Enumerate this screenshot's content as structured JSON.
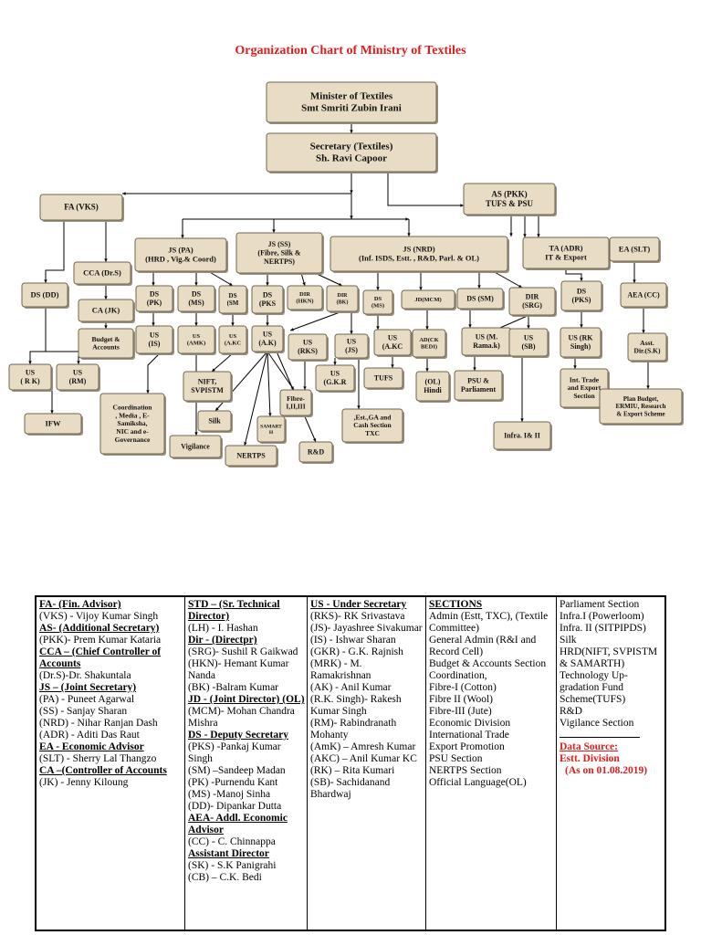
{
  "title": "Organization Chart of Ministry of Textiles",
  "nodes": [
    {
      "id": "minister",
      "lines": [
        "Minister of Textiles",
        "Smt Smriti Zubin Irani"
      ]
    },
    {
      "id": "secretary",
      "lines": [
        "Secretary (Textiles)",
        "Sh. Ravi Capoor"
      ]
    },
    {
      "id": "as-pkk",
      "lines": [
        "AS (PKK)",
        "TUFS & PSU"
      ]
    },
    {
      "id": "fa-vks",
      "lines": [
        "FA (VKS)"
      ]
    },
    {
      "id": "js-pa",
      "lines": [
        "JS (PA)",
        "(HRD , Vig.& Coord)"
      ]
    },
    {
      "id": "js-ss",
      "lines": [
        "JS (SS)",
        "(Fibre, Silk &",
        "NERTPS)"
      ]
    },
    {
      "id": "js-nrd",
      "lines": [
        "JS (NRD)",
        "(Inf. ISDS, Estt. , R&D, Parl. & OL)"
      ]
    },
    {
      "id": "ta-adr",
      "lines": [
        "TA (ADR)",
        "IT & Export"
      ]
    },
    {
      "id": "ea-slt",
      "lines": [
        "EA (SLT)"
      ]
    },
    {
      "id": "cca-drs",
      "lines": [
        "CCA (Dr.S)"
      ]
    },
    {
      "id": "ds-dd",
      "lines": [
        "DS (DD)"
      ]
    },
    {
      "id": "ca-jk",
      "lines": [
        "CA (JK)"
      ]
    },
    {
      "id": "budget",
      "lines": [
        "Budget &",
        "Accounts"
      ]
    },
    {
      "id": "us-rk",
      "lines": [
        "US",
        "( R K)"
      ]
    },
    {
      "id": "us-rm",
      "lines": [
        "US",
        "(RM)"
      ]
    },
    {
      "id": "ifw",
      "lines": [
        "IFW"
      ]
    },
    {
      "id": "ds-pk",
      "lines": [
        "DS",
        "(PK)"
      ]
    },
    {
      "id": "ds-ms",
      "lines": [
        "DS",
        "(MS)"
      ]
    },
    {
      "id": "ds-sm-small",
      "lines": [
        "DS",
        "(SM"
      ]
    },
    {
      "id": "ds-pks-js",
      "lines": [
        "DS",
        "(PKS"
      ]
    },
    {
      "id": "dir-hkn",
      "lines": [
        "DIR",
        "(HKN)"
      ]
    },
    {
      "id": "dir-bk",
      "lines": [
        "DIR",
        "(BK)"
      ]
    },
    {
      "id": "ds-ms2",
      "lines": [
        "DS",
        "(MS)"
      ]
    },
    {
      "id": "jd-mcm",
      "lines": [
        "JD(MCM)"
      ]
    },
    {
      "id": "ds-sm",
      "lines": [
        "DS (SM)"
      ]
    },
    {
      "id": "dir-srg",
      "lines": [
        "DIR",
        "(SRG)"
      ]
    },
    {
      "id": "ds-pks",
      "lines": [
        "DS",
        "(PKS)"
      ]
    },
    {
      "id": "aea-cc",
      "lines": [
        "AEA (CC)"
      ]
    },
    {
      "id": "us-is",
      "lines": [
        "US",
        "(IS)"
      ]
    },
    {
      "id": "us-amk",
      "lines": [
        "US",
        "(AMK)"
      ]
    },
    {
      "id": "us-akc",
      "lines": [
        "US",
        "(A.KC"
      ]
    },
    {
      "id": "us-ak",
      "lines": [
        "US",
        "(A.K)"
      ]
    },
    {
      "id": "us-rks",
      "lines": [
        "US",
        "(RKS)"
      ]
    },
    {
      "id": "us-js",
      "lines": [
        "US",
        "(JS)"
      ]
    },
    {
      "id": "us-akc2",
      "lines": [
        "US",
        "(A.KC"
      ]
    },
    {
      "id": "ad-ckbedi",
      "lines": [
        "AD(CK",
        "BEDI)"
      ]
    },
    {
      "id": "us-mrama",
      "lines": [
        "US (M.",
        "Rama.k)"
      ]
    },
    {
      "id": "us-sb",
      "lines": [
        "US",
        "(SB)"
      ]
    },
    {
      "id": "us-rksingh",
      "lines": [
        "US (RK",
        "Singh)"
      ]
    },
    {
      "id": "asst-dir",
      "lines": [
        "Asst.",
        "Dir.(S.K)"
      ]
    },
    {
      "id": "us-gkr",
      "lines": [
        "US",
        "(G.K.R"
      ]
    },
    {
      "id": "coord",
      "lines": [
        "Coordination",
        ", Media , E-",
        "Samiksha,",
        "NIC and e-",
        "Governance"
      ]
    },
    {
      "id": "nift",
      "lines": [
        "NIFT,",
        "SVPISTM"
      ]
    },
    {
      "id": "silk",
      "lines": [
        "Silk"
      ]
    },
    {
      "id": "vigilance",
      "lines": [
        "Vigilance"
      ]
    },
    {
      "id": "nertps",
      "lines": [
        "NERTPS"
      ]
    },
    {
      "id": "samarth",
      "lines": [
        "SAMART",
        "H"
      ]
    },
    {
      "id": "fibre",
      "lines": [
        "Fibre-",
        "I,II,III"
      ]
    },
    {
      "id": "rnd",
      "lines": [
        "R&D"
      ]
    },
    {
      "id": "estt",
      "lines": [
        ",Est.,GA and",
        "Cash Section",
        "TXC"
      ]
    },
    {
      "id": "tufs",
      "lines": [
        "TUFS"
      ]
    },
    {
      "id": "ol-hindi",
      "lines": [
        "(OL)",
        "Hindi"
      ]
    },
    {
      "id": "psu",
      "lines": [
        "PSU &",
        "Parliament"
      ]
    },
    {
      "id": "infra",
      "lines": [
        "Infra. I& II"
      ]
    },
    {
      "id": "int-trade",
      "lines": [
        "Int. Trade",
        "and Export",
        "Section"
      ]
    },
    {
      "id": "plan",
      "lines": [
        "Plan         Budget,",
        "ERMIU,    Research",
        "& Export Scheme"
      ]
    }
  ],
  "legend": {
    "col1": [
      {
        "t": "FA- (Fin. Advisor)",
        "h": true
      },
      {
        "t": "(VKS)  - Vijoy Kumar Singh"
      },
      {
        "t": "AS- (Additional Secretary)",
        "h": true
      },
      {
        "t": "(PKK)- Prem Kumar Kataria"
      },
      {
        "t": "CCA – (Chief Controller of Accounts",
        "h": true
      },
      {
        "t": "(Dr.S)-Dr. Shakuntala"
      },
      {
        "t": "JS – (Joint Secretary)",
        "h": true
      },
      {
        "t": " (PA)      -   Puneet Agarwal"
      },
      {
        "t": " (SS)      -   Sanjay Sharan"
      },
      {
        "t": "(NRD)    -   Nihar Ranjan Dash"
      },
      {
        "t": "(ADR)   -   Aditi Das Raut"
      },
      {
        "t": "EA - Economic Advisor",
        "h": true
      },
      {
        "t": "(SLT) - Sherry Lal Thangzo"
      },
      {
        "t": "CA –(Controller of  Accounts",
        "h": true
      },
      {
        "t": "(JK)  -  Jenny Kiloung"
      }
    ],
    "col2": [
      {
        "t": "STD  –  (Sr. Technical Director)",
        "h": true
      },
      {
        "t": "(LH)  -  I. Hashan"
      },
      {
        "t": "Dir - (Directpr)",
        "h": true
      },
      {
        "t": "(SRG)- Sushil R Gaikwad"
      },
      {
        "t": "(HKN)- Hemant Kumar Nanda"
      },
      {
        "t": "(BK) -Balram Kumar"
      },
      {
        "t": "JD -  (Joint Director) (OL)",
        "h": true
      },
      {
        "t": "(MCM)-  Mohan Chandra Mishra"
      },
      {
        "t": "  DS - Deputy Secretary",
        "h": true
      },
      {
        "t": "(PKS) -Pankaj Kumar Singh"
      },
      {
        "t": "(SM) –Sandeep Madan"
      },
      {
        "t": "(PK) -Purnendu Kant"
      },
      {
        "t": "(MS) -Manoj Sinha"
      },
      {
        "t": "(DD)- Dipankar Dutta"
      },
      {
        "t": "AEA- Addl. Economic Advisor",
        "h": true
      },
      {
        "t": "(CC)  - C. Chinnappa"
      },
      {
        "t": "Assistant Director",
        "h": true
      },
      {
        "t": "(SK)  -  S.K Panigrahi"
      },
      {
        "t": "(CB) – C.K. Bedi"
      }
    ],
    "col3": [
      {
        "t": "US -  Under Secretary",
        "h": true
      },
      {
        "t": "(RKS)-     RK Srivastava"
      },
      {
        "t": "(JS)-  Jayashree Sivakumar"
      },
      {
        "t": " (IS) -   Ishwar Sharan"
      },
      {
        "t": "(GKR) -  G.K. Rajnish"
      },
      {
        "t": "(MRK) - M. Ramakrishnan"
      },
      {
        "t": "(AK) -   Anil Kumar"
      },
      {
        "t": "(R.K. Singh)- Rakesh Kumar Singh"
      },
      {
        "t": " (RM)- Rabindranath Mohanty"
      },
      {
        "t": "(AmK) – Amresh Kumar"
      },
      {
        "t": "(AKC) – Anil Kumar KC"
      },
      {
        "t": "(RK) – Rita Kumari"
      },
      {
        "t": "(SB)- Sachidanand Bhardwaj"
      }
    ],
    "col4": [
      {
        "t": "SECTIONS",
        "h": true
      },
      {
        "t": "Admin (Estt, TXC), (Textile Committee)"
      },
      {
        "t": "General Admin  (R&I and Record Cell)"
      },
      {
        "t": "Budget & Accounts Section"
      },
      {
        "t": "Coordination,"
      },
      {
        "t": "Fibre-I (Cotton)"
      },
      {
        "t": "Fibre II (Wool)"
      },
      {
        "t": "Fibre-III (Jute)"
      },
      {
        "t": "Economic Division"
      },
      {
        "t": "International Trade"
      },
      {
        "t": "Export Promotion"
      },
      {
        "t": "PSU Section"
      },
      {
        "t": "NERTPS Section"
      },
      {
        "t": "Official Language(OL)"
      }
    ],
    "col5": [
      {
        "t": "Parliament Section"
      },
      {
        "t": "Infra.I (Powerloom)"
      },
      {
        "t": "Infra. II (SITPIPDS)"
      },
      {
        "t": "Silk"
      },
      {
        "t": "HRD(NIFT, SVPISTM & SAMARTH)"
      },
      {
        "t": "Technology Up- gradation Fund Scheme(TUFS)"
      },
      {
        "t": "R&D"
      },
      {
        "t": "Vigilance Section"
      }
    ],
    "data_source_label": "Data Source:",
    "data_source_value": "Estt. Division",
    "data_source_date": "(As on 01.08.2019)"
  }
}
